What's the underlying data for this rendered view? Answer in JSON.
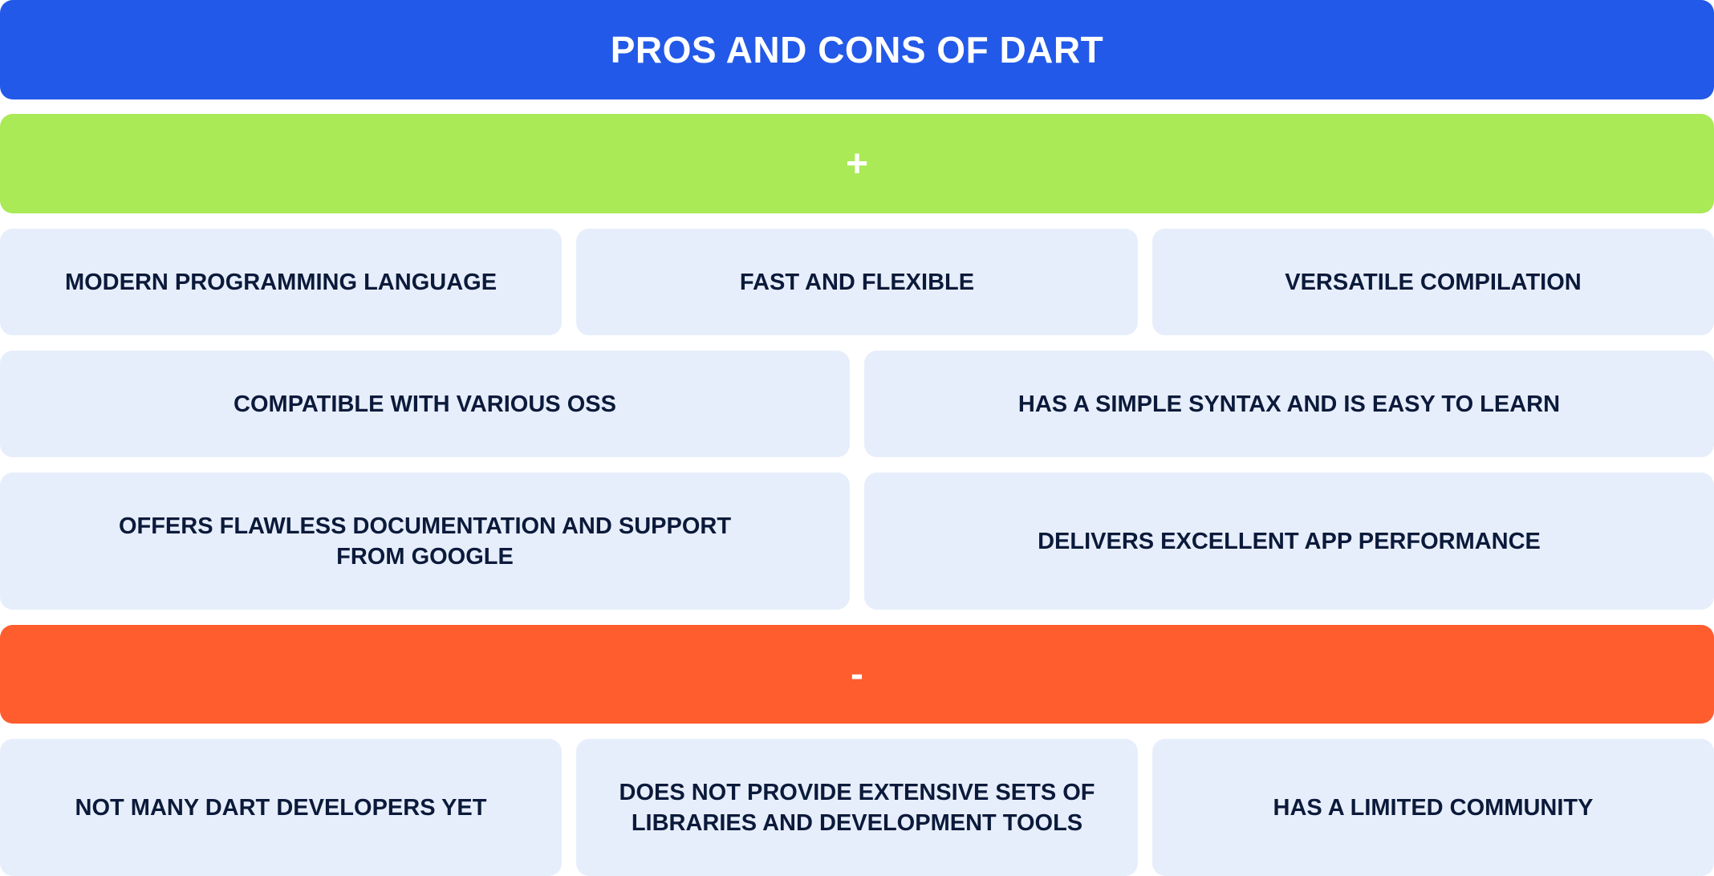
{
  "title": "PROS AND CONS OF DART",
  "pros": {
    "symbol": "+",
    "items": [
      "MODERN PROGRAMMING LANGUAGE",
      "FAST AND FLEXIBLE",
      "VERSATILE COMPILATION",
      "COMPATIBLE WITH VARIOUS OSS",
      "HAS A SIMPLE SYNTAX AND IS EASY TO LEARN",
      "OFFERS FLAWLESS DOCUMENTATION AND SUPPORT FROM GOOGLE",
      "DELIVERS EXCELLENT APP PERFORMANCE"
    ]
  },
  "cons": {
    "symbol": "-",
    "items": [
      "NOT MANY DART DEVELOPERS YET",
      "DOES NOT PROVIDE EXTENSIVE SETS OF LIBRARIES AND DEVELOPMENT TOOLS",
      "HAS A LIMITED COMMUNITY"
    ]
  },
  "colors": {
    "title_bg": "#2259E8",
    "pros_bg": "#A9EA56",
    "cons_bg": "#FF5D2E",
    "cell_bg": "#E7EEFB",
    "cell_text": "#0B1A3A"
  }
}
